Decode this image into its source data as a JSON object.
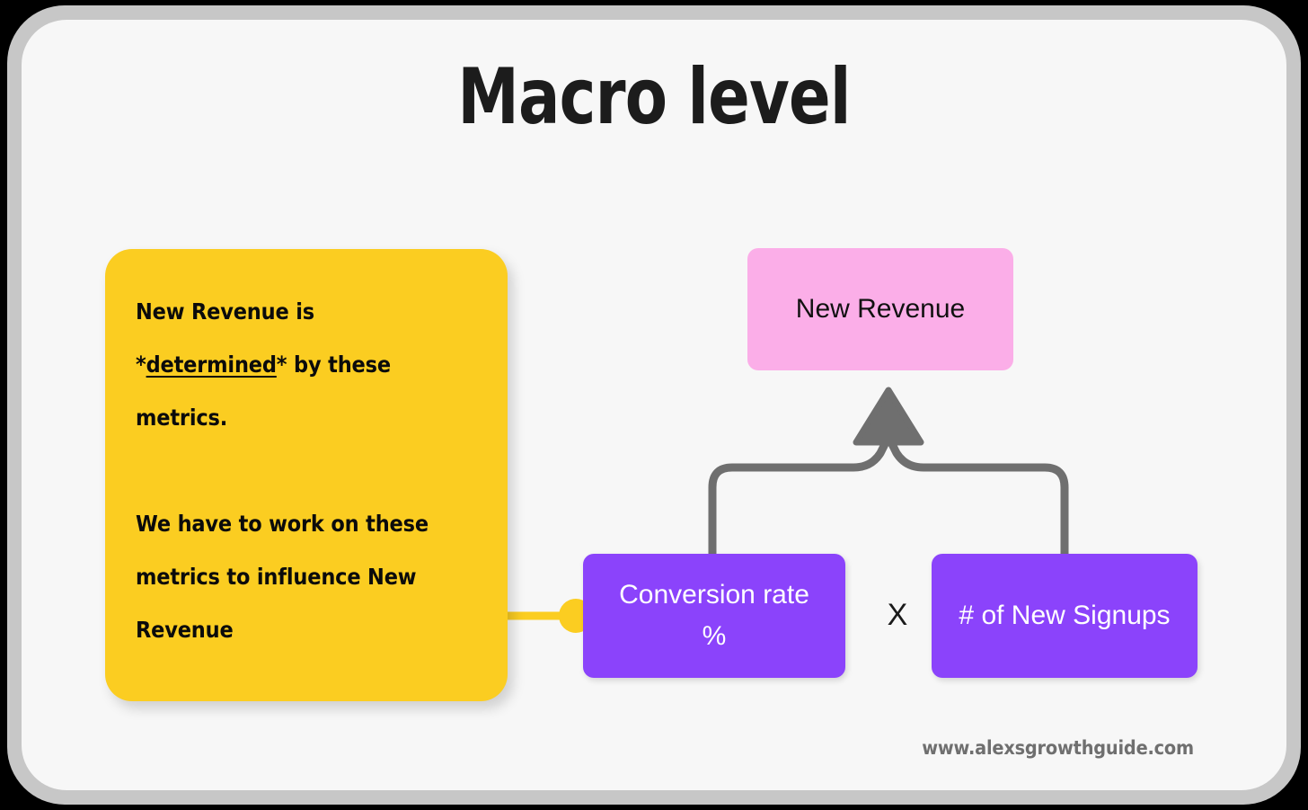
{
  "title": "Macro level",
  "note_card": {
    "paragraph_1_prefix": "New Revenue is ",
    "paragraph_1_emphasis": "*determined*",
    "paragraph_1_emphasis_text": "determined",
    "paragraph_1_suffix": " by these metrics.",
    "paragraph_1_full": "New Revenue is *determined* by these metrics.",
    "paragraph_2": "We have to work on these metrics to influence New Revenue"
  },
  "nodes": {
    "new_revenue": "New Revenue",
    "conversion_rate": "Conversion rate %",
    "new_signups": "# of New Signups"
  },
  "operator": "X",
  "footer": {
    "url": "www.alexsgrowthguide.com"
  },
  "colors": {
    "background": "#000000",
    "frame_border": "#c7c7c7",
    "board": "#f7f7f7",
    "note_yellow": "#fbcd21",
    "node_pink": "#fbaee8",
    "node_purple": "#8b43fb",
    "connector_gray": "#6f6f6f",
    "title_text": "#1c1c1c",
    "footer_text": "#6f6f6f"
  }
}
